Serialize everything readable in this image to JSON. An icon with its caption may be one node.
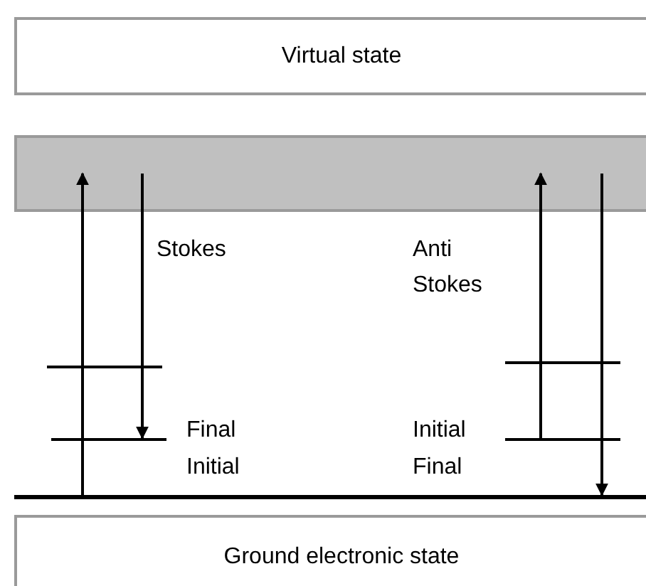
{
  "diagram": {
    "nodes": [
      {
        "text": [
          "Virtual state"
        ]
      },
      {
        "text": [],
        "shape": "bar"
      },
      {
        "text": [],
        "shape": "bar"
      },
      {
        "text": [
          "Ground electronic state"
        ]
      },
      {
        "text": [],
        "shape": "bar"
      },
      {
        "text": [],
        "shape": "bar"
      },
      {
        "text": [],
        "shape": "bar"
      },
      {
        "text": [],
        "shape": "bar"
      }
    ],
    "edges": [
      {
        "from": 2,
        "to": 1,
        "arrow": "to"
      },
      {
        "from": 1,
        "to": 5,
        "arrow": "to"
      },
      {
        "from": 7,
        "to": 1,
        "arrow": "to"
      },
      {
        "from": 1,
        "to": 2,
        "arrow": "to"
      }
    ],
    "labels": [
      "Stokes",
      "Anti Stokes",
      "Final",
      "Initial",
      "Initial",
      "Final"
    ]
  }
}
